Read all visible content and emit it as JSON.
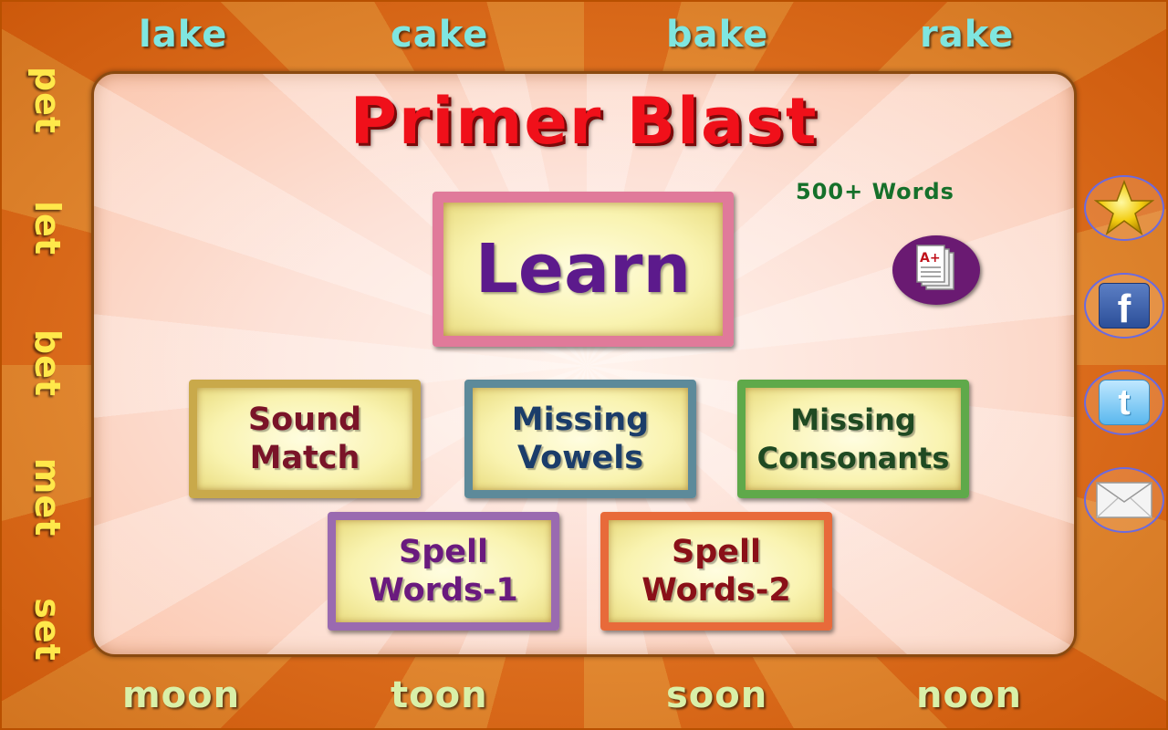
{
  "border_words": {
    "top": [
      "lake",
      "cake",
      "bake",
      "rake"
    ],
    "bottom": [
      "moon",
      "toon",
      "soon",
      "noon"
    ],
    "left": [
      "pet",
      "let",
      "bet",
      "met",
      "set"
    ]
  },
  "title": "Primer Blast",
  "subtitle": "500+ Words",
  "buttons": {
    "learn": "Learn",
    "sound_match": [
      "Sound",
      "Match"
    ],
    "missing_vowels": [
      "Missing",
      "Vowels"
    ],
    "missing_consonants": [
      "Missing",
      "Consonants"
    ],
    "spell_words_1": [
      "Spell",
      "Words-1"
    ],
    "spell_words_2": [
      "Spell",
      "Words-2"
    ]
  },
  "icons": {
    "grade": "grade-report-icon",
    "rate": "star-icon",
    "facebook": "facebook-icon",
    "twitter": "twitter-icon",
    "email": "mail-icon"
  },
  "icon_glyphs": {
    "facebook": "f",
    "twitter": "t",
    "grade_mark": "A+"
  },
  "colors": {
    "title": "#f0101a",
    "learn_text": "#5c1a8c",
    "subtitle": "#15702a",
    "background_orange": "#e8650f"
  }
}
